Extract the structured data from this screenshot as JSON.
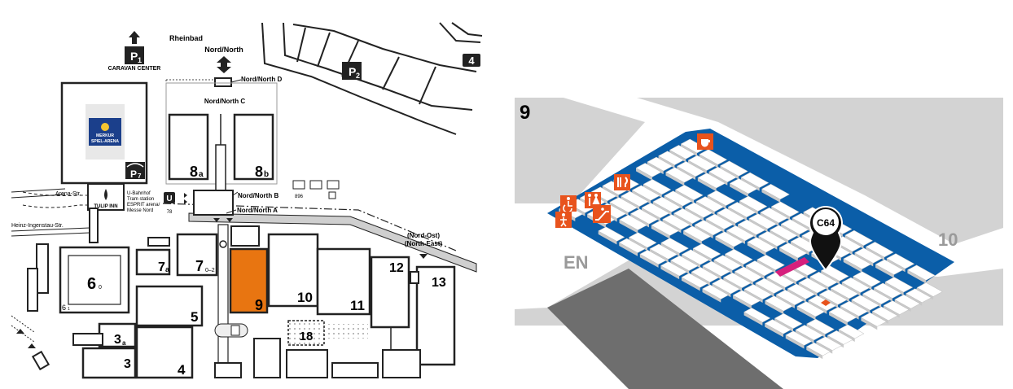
{
  "site_map": {
    "labels": {
      "rheinbad": "Rheinbad",
      "nord_north": "Nord/North",
      "nord_north_d": "Nord/North D",
      "nord_north_c": "Nord/North C",
      "nord_north_b": "Nord/North B",
      "nord_north_a": "Nord/North A",
      "caravan_center": "CARAVAN CENTER",
      "arena_str": "Arena-Str.",
      "heinz_str": "Heinz-Ingenstau-Str.",
      "u_bahn": "U-Bahnhof",
      "tram_station": "Tram station",
      "esprit_arena": "ESPRIT arena/",
      "messe_nord": "Messe Nord",
      "line_78": "78",
      "bus_896": "896",
      "nord_ost": "(Nord-Ost)",
      "north_east": "(North-East)",
      "tulip_inn": "TULIP INN",
      "merkur": "MERKUR",
      "spiel_arena": "SPIEL-ARENA"
    },
    "parking": {
      "p1": "P",
      "p1_sub": "1",
      "p2": "P",
      "p2_sub": "2",
      "p7": "P",
      "p7_sub": "7",
      "p4": "4"
    },
    "halls": {
      "h8a": "8",
      "h8a_sub": "a",
      "h8b": "8",
      "h8b_sub": "b",
      "h6": "6",
      "h6_sub": "0",
      "h6_small": "6",
      "h6_small_sub": "1",
      "h7a": "7",
      "h7a_sub": "a",
      "h7": "7",
      "h7_sub": "0–2",
      "h9": "9",
      "h10": "10",
      "h11": "11",
      "h12": "12",
      "h13": "13",
      "h5": "5",
      "h3a": "3",
      "h3a_sub": "a",
      "h3": "3",
      "h4": "4",
      "h18": "18"
    },
    "colors": {
      "highlight": "#e87511",
      "pavilion": "#d9d9d9"
    }
  },
  "hall_map": {
    "hall_number": "9",
    "neighbor_hall": "10",
    "entrance": "EN",
    "booth_marker": "C64",
    "colors": {
      "floor": "#0b5ea8",
      "booth": "#ffffff",
      "service": "#e8531d",
      "selected_booth": "#d6207d",
      "ground": "#d3d3d3"
    },
    "service_icons": [
      "cafe-icon",
      "restaurant-icon",
      "accessible-toilet-icon",
      "toilets-icon",
      "escalator-icon"
    ]
  }
}
